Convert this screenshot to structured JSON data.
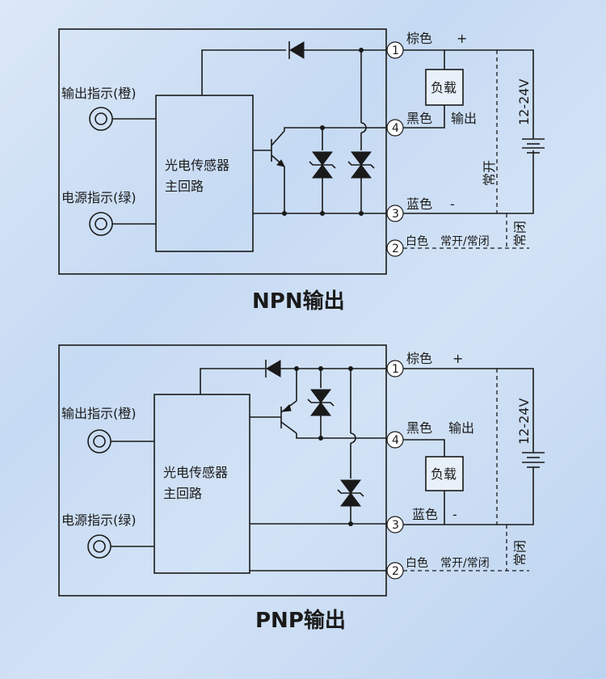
{
  "npn": {
    "title": "NPN输出",
    "sensor_label_1": "光电传感器",
    "sensor_label_2": "主回路",
    "output_indicator": "输出指示(橙)",
    "power_indicator": "电源指示(绿)",
    "pin1": "1",
    "pin2": "2",
    "pin3": "3",
    "pin4": "4",
    "brown": "棕色",
    "plus": "+",
    "black": "黑色",
    "output": "输出",
    "blue": "蓝色",
    "minus": "-",
    "white": "白色",
    "no_nc": "常开/常闭",
    "load": "负载",
    "voltage": "12-24V",
    "normally_open": "常开",
    "normally_closed": "常闭"
  },
  "pnp": {
    "title": "PNP输出",
    "sensor_label_1": "光电传感器",
    "sensor_label_2": "主回路",
    "output_indicator": "输出指示(橙)",
    "power_indicator": "电源指示(绿)",
    "pin1": "1",
    "pin2": "2",
    "pin3": "3",
    "pin4": "4",
    "brown": "棕色",
    "plus": "+",
    "black": "黑色",
    "output": "输出",
    "blue": "蓝色",
    "minus": "-",
    "white": "白色",
    "no_nc": "常开/常闭",
    "load": "负载",
    "voltage": "12-24V",
    "normally_closed": "常闭"
  }
}
